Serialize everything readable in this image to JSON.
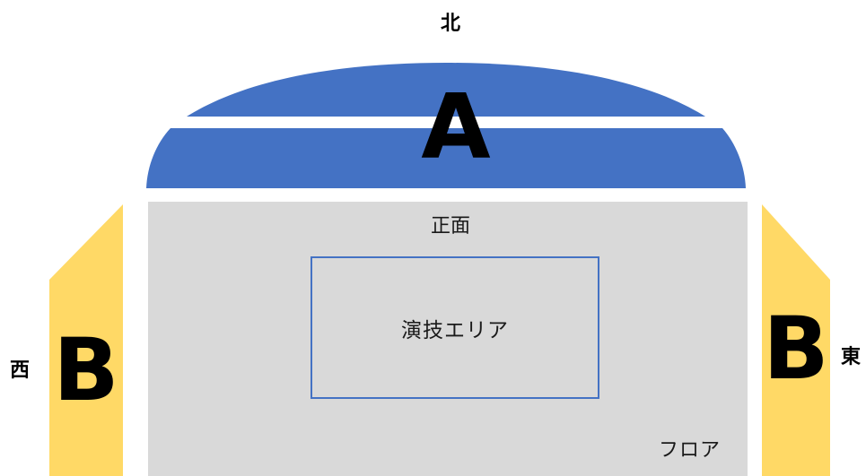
{
  "directions": {
    "north": "北",
    "west": "西",
    "east": "東"
  },
  "sections": {
    "a": {
      "label": "A",
      "color": "#4472c4"
    },
    "b_west": {
      "label": "B",
      "color": "#ffd966"
    },
    "b_east": {
      "label": "B",
      "color": "#ffd966"
    }
  },
  "floor": {
    "front_label": "正面",
    "stage_label": "演技エリア",
    "floor_label": "フロア",
    "color": "#d9d9d9",
    "stage_border_color": "#4472c4"
  }
}
